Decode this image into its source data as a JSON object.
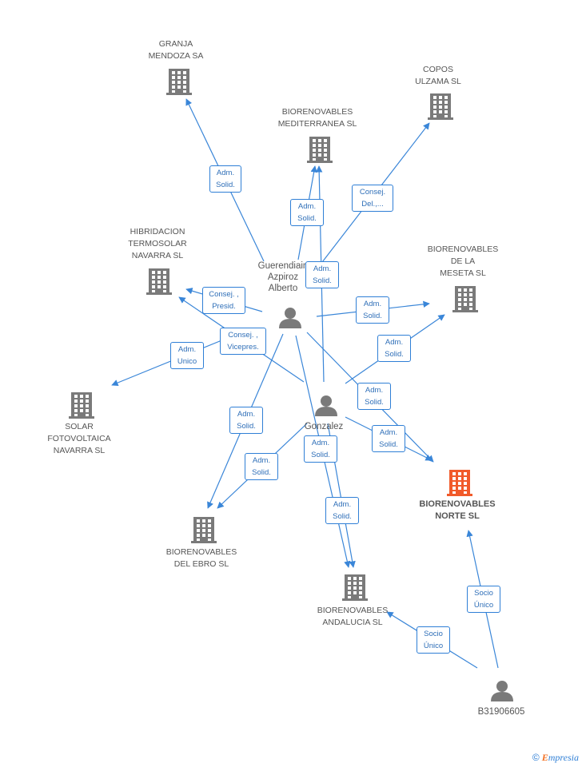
{
  "colors": {
    "edge": "#3a86d8",
    "company_icon": "#7a7a7a",
    "focus_icon": "#f15a2a",
    "person_icon": "#7a7a7a"
  },
  "companies": [
    {
      "id": "granja",
      "label": "GRANJA\nMENDOZA SA"
    },
    {
      "id": "copos",
      "label": "COPOS\nULZAMA SL"
    },
    {
      "id": "mediterranea",
      "label": "BIORENOVABLES\nMEDITERRANEA SL"
    },
    {
      "id": "hibridacion",
      "label": "HIBRIDACION\nTERMOSOLAR\nNAVARRA SL"
    },
    {
      "id": "meseta",
      "label": "BIORENOVABLES\nDE LA\nMESETA SL"
    },
    {
      "id": "solar",
      "label": "SOLAR\nFOTOVOLTAICA\nNAVARRA SL"
    },
    {
      "id": "norte",
      "label": "BIORENOVABLES\nNORTE SL",
      "focus": true
    },
    {
      "id": "ebro",
      "label": "BIORENOVABLES\nDEL EBRO SL"
    },
    {
      "id": "andalucia",
      "label": "BIORENOVABLES\nANDALUCIA SL"
    }
  ],
  "persons": [
    {
      "id": "guerendiain",
      "label": "Guerendiain\nAzpiroz\nAlberto"
    },
    {
      "id": "gonzalez",
      "label": "Gonzalez\n..."
    },
    {
      "id": "b31906605",
      "label": "B31906605"
    }
  ],
  "edge_labels": [
    {
      "id": "e1",
      "text": "Adm.\nSolid."
    },
    {
      "id": "e2",
      "text": "Consej.\nDel.,..."
    },
    {
      "id": "e3",
      "text": "Adm.\nSolid."
    },
    {
      "id": "e4",
      "text": "Adm.\nSolid."
    },
    {
      "id": "e5",
      "text": "Consej. ,\nPresid."
    },
    {
      "id": "e6",
      "text": "Adm.\nSolid."
    },
    {
      "id": "e7",
      "text": "Consej. ,\nVicepres."
    },
    {
      "id": "e8",
      "text": "Adm.\nUnico"
    },
    {
      "id": "e9",
      "text": "Adm.\nSolid."
    },
    {
      "id": "e10",
      "text": "Adm.\nSolid."
    },
    {
      "id": "e11",
      "text": "Adm.\nSolid."
    },
    {
      "id": "e12",
      "text": "Adm.\nSolid."
    },
    {
      "id": "e13",
      "text": "Adm.\nSolid."
    },
    {
      "id": "e14",
      "text": "Adm.\nSolid."
    },
    {
      "id": "e15",
      "text": "Adm.\nSolid."
    },
    {
      "id": "e16",
      "text": "Socio\nÚnico"
    },
    {
      "id": "e17",
      "text": "Socio\nÚnico"
    }
  ],
  "footer": {
    "copyright": "©",
    "brand_e": "E",
    "brand_rest": "mpresia"
  }
}
